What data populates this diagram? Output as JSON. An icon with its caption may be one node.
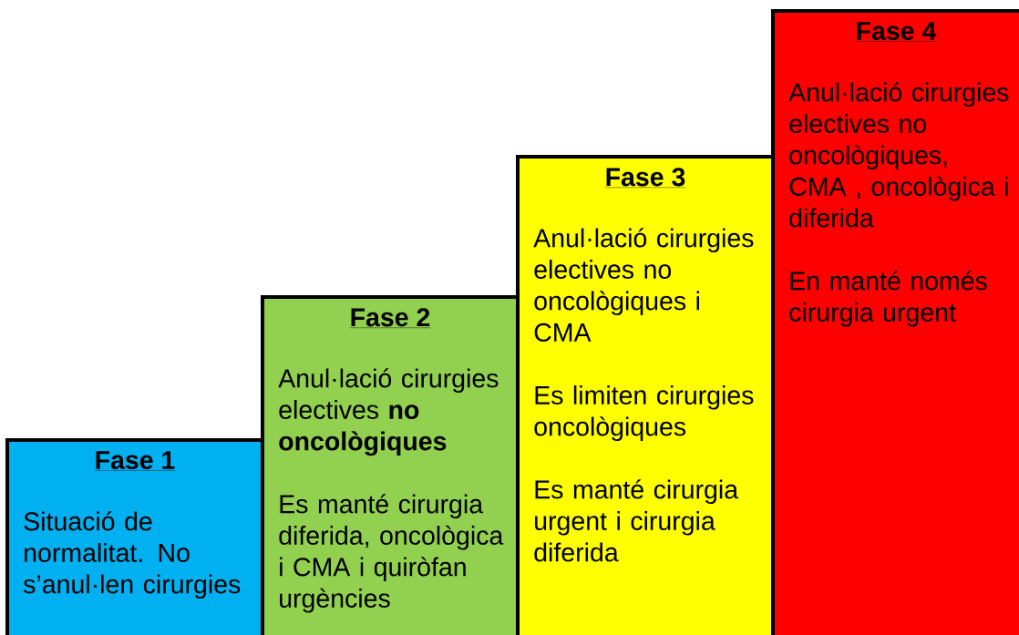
{
  "diagram": {
    "nodes": [
      {
        "text": [
          "Fase 1",
          "Situació de normalitat. No s’anul·len cirurgies"
        ]
      },
      {
        "text": [
          "Fase 2",
          "Anul·lació cirurgies electives **no oncològiques**",
          "Es manté cirurgia diferida, oncològica i CMA i quiròfan urgències"
        ]
      },
      {
        "text": [
          "Fase 3",
          "Anul·lació cirurgies electives no oncològiques i CMA",
          "Es limiten cirurgies oncològiques",
          "Es manté cirurgia urgent i cirurgia diferida"
        ]
      },
      {
        "text": [
          "Fase 4",
          "Anul·lació cirurgies electives no oncològiques, CMA , oncològica i diferida",
          "En manté només cirurgia urgent"
        ]
      }
    ]
  }
}
